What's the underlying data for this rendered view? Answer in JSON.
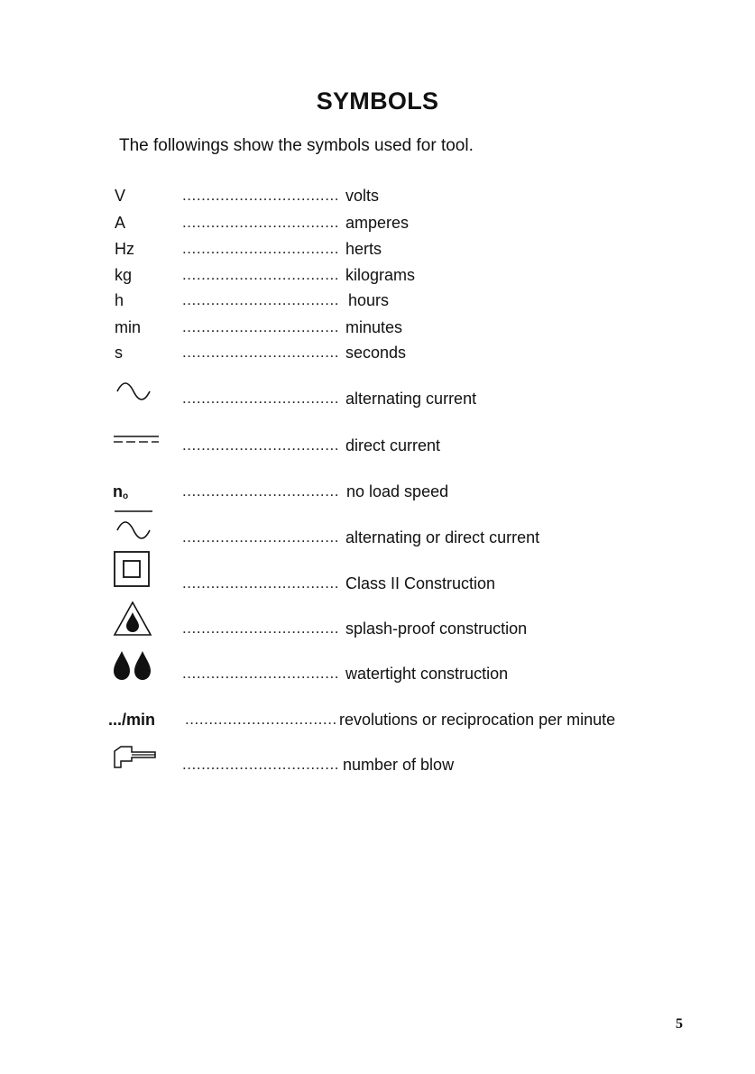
{
  "title": "SYMBOLS",
  "intro": "The followings show the symbols used for tool.",
  "leader": ".................................",
  "leader_rpm": "................................",
  "symbols": [
    {
      "symbol": "V",
      "meaning": "volts"
    },
    {
      "symbol": "A",
      "meaning": "amperes"
    },
    {
      "symbol": "Hz",
      "meaning": "herts"
    },
    {
      "symbol": "kg",
      "meaning": "kilograms"
    },
    {
      "symbol": "h",
      "meaning": "hours"
    },
    {
      "symbol": "min",
      "meaning": "minutes"
    },
    {
      "symbol": "s",
      "meaning": "seconds"
    },
    {
      "icon": "alternating-current-icon",
      "meaning": "alternating current"
    },
    {
      "icon": "direct-current-icon",
      "meaning": "direct current"
    },
    {
      "symbol_main": "n",
      "symbol_sub": "o",
      "meaning": "no load speed"
    },
    {
      "icon": "ac-dc-icon",
      "meaning": "alternating or direct current"
    },
    {
      "icon": "class-2-construction-icon",
      "meaning": "Class II Construction"
    },
    {
      "icon": "splash-proof-icon",
      "meaning": "splash-proof construction"
    },
    {
      "icon": "watertight-icon",
      "meaning": "watertight construction"
    },
    {
      "symbol": ".../min",
      "meaning": "revolutions or reciprocation per minute"
    },
    {
      "icon": "number-of-blow-icon",
      "meaning": "number of blow"
    }
  ],
  "page_number": "5"
}
